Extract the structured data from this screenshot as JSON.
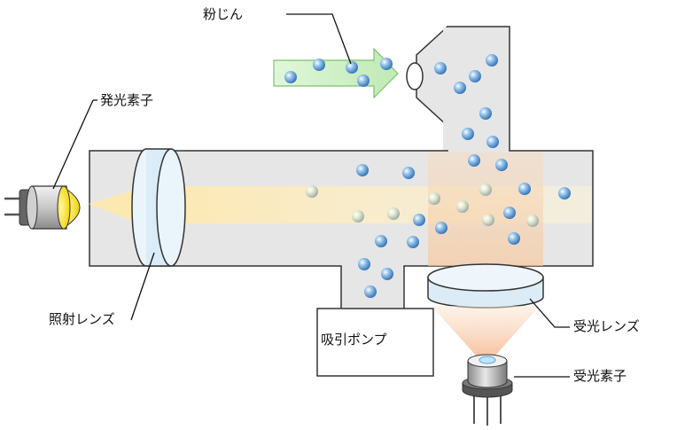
{
  "labels": {
    "dust": "粉じん",
    "light_emitter": "発光素子",
    "irradiation_lens": "照射レンズ",
    "suction_pump": "吸引ポンプ",
    "receiving_lens": "受光レンズ",
    "light_receiver": "受光素子"
  },
  "colors": {
    "chamber_fill": "#e6e6e6",
    "chamber_stroke": "#333333",
    "light_beam": "#ffd98a",
    "arrow_fill": "#c8f0c0",
    "particle": "#6aa6de",
    "lens_fill": "#e9f4fb"
  }
}
